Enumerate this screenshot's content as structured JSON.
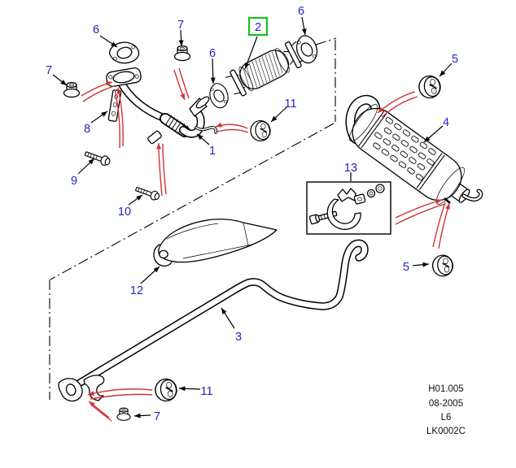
{
  "diagram": {
    "selected_callout": "2",
    "callouts": {
      "n1": "1",
      "n2": "2",
      "n3": "3",
      "n4": "4",
      "n5": "5",
      "n6": "6",
      "n7": "7",
      "n8": "8",
      "n9": "9",
      "n10": "10",
      "n11": "11",
      "n12": "12",
      "n13": "13"
    },
    "footer_lines": [
      "H01.005",
      "08-2005",
      "L6",
      "LK0002C"
    ],
    "colors": {
      "callout_text": "#2424c4",
      "highlight_box": "#17c217",
      "leader_red": "#d03434",
      "line": "#000000",
      "background": "#ffffff"
    }
  }
}
